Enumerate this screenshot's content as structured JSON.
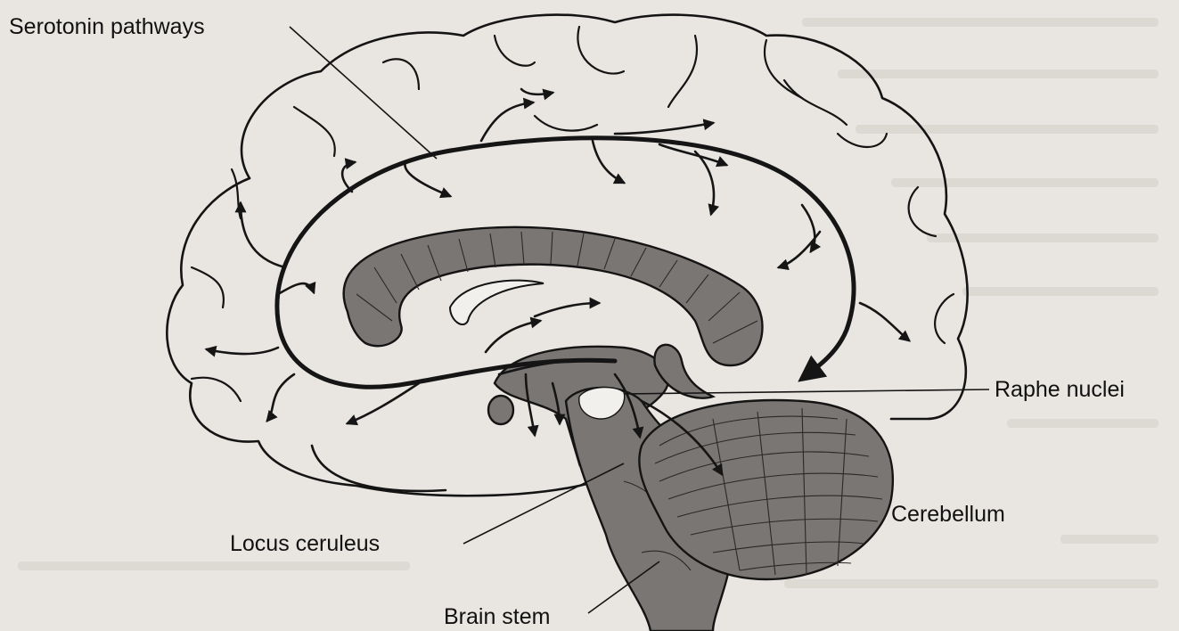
{
  "labels": {
    "serotonin_pathways": "Serotonin pathways",
    "raphe_nuclei": "Raphe nuclei",
    "cerebellum": "Cerebellum",
    "locus_ceruleus": "Locus ceruleus",
    "brain_stem": "Brain stem"
  },
  "colors": {
    "paper": "#e9e6e1",
    "ink": "#141414",
    "shading": "#7a7674",
    "raphe_highlight": "#f2f0ec",
    "bleed_text": "#c9c4bd"
  }
}
